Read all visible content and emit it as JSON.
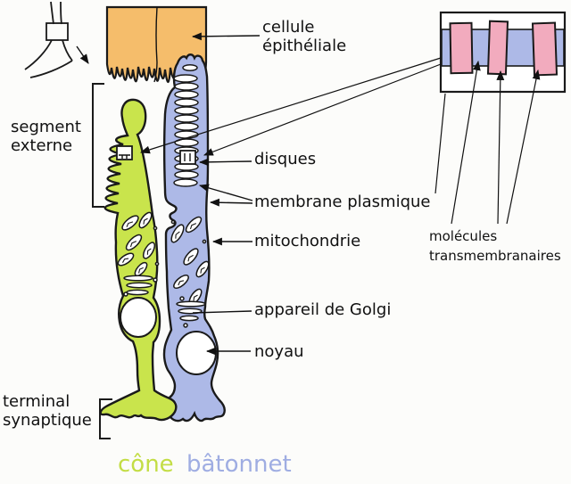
{
  "figure": {
    "description": "diagramme de photorécepteurs de la rétine",
    "labels": {
      "epithelial_cell": "cellule\népithéliale",
      "outer_segment": "segment\nexterne",
      "discs": "disques",
      "plasma_membrane": "membrane plasmique",
      "mitochondrion": "mitochondrie",
      "golgi": "appareil de Golgi",
      "nucleus": "noyau",
      "transmembrane_molecules": "molécules\ntransmembranaires",
      "synaptic_terminal": "terminal\nsynaptique",
      "cone": "cône",
      "rod": "bâtonnet"
    },
    "colors": {
      "epithelial": "#f5bd6b",
      "cone": "#c9e44c",
      "rod": "#adb9e7",
      "membrane_band": "#adb9e7",
      "molecule": "#f2abbe",
      "cone_label": "#c3dd45",
      "rod_label": "#9fade2",
      "outline": "#1a1a1a",
      "background": "#fcfcfa"
    }
  }
}
